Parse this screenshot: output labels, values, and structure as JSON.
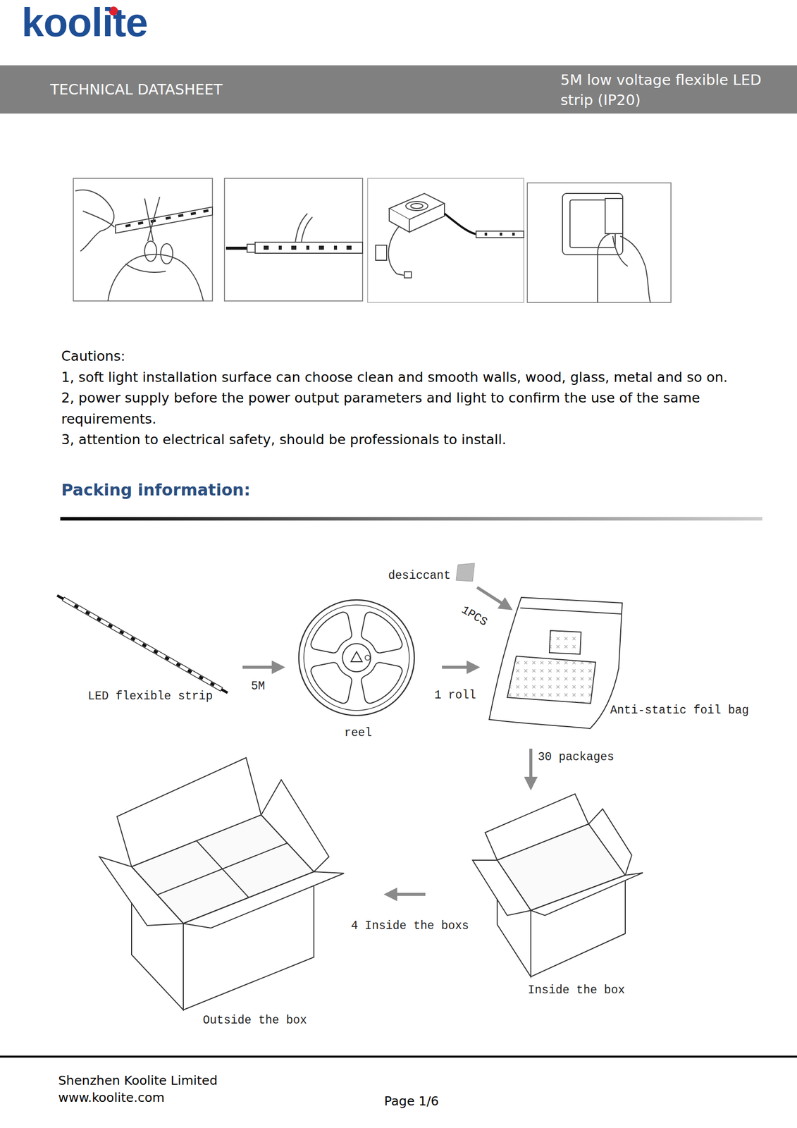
{
  "diagram": {
    "title": "Packing information:",
    "nodes": [
      {
        "text": [
          "desiccant"
        ]
      },
      {
        "text": [
          "LED flexible strip"
        ]
      },
      {
        "text": [
          "reel"
        ]
      },
      {
        "text": [
          "Anti-static foil bag"
        ]
      },
      {
        "text": [
          "Inside the box"
        ]
      },
      {
        "text": [
          "Outside the box"
        ]
      }
    ],
    "edges": [
      {
        "from": 0,
        "to": 3,
        "arrow": "to",
        "label": "1PCS"
      },
      {
        "from": 1,
        "to": 2,
        "arrow": "to",
        "label": "5M"
      },
      {
        "from": 2,
        "to": 3,
        "arrow": "to",
        "label": "1 roll"
      },
      {
        "from": 3,
        "to": 4,
        "arrow": "to",
        "label": "30 packages"
      },
      {
        "from": 4,
        "to": 5,
        "arrow": "to",
        "label": "4 Inside the boxs"
      }
    ],
    "labels": [
      "koolite",
      "TECHNICAL DATASHEET",
      "5M low voltage flexible LED strip (IP20)",
      "Cautions:",
      "1, soft light installation surface can choose clean and smooth walls, wood, glass, metal and so on.",
      "2, power supply before the power output parameters and light to confirm the use of the same requirements.",
      "3, attention to electrical safety, should be professionals to install.",
      "Shenzhen Koolite Limited",
      "www.koolite.com",
      "Page 1/6"
    ]
  }
}
